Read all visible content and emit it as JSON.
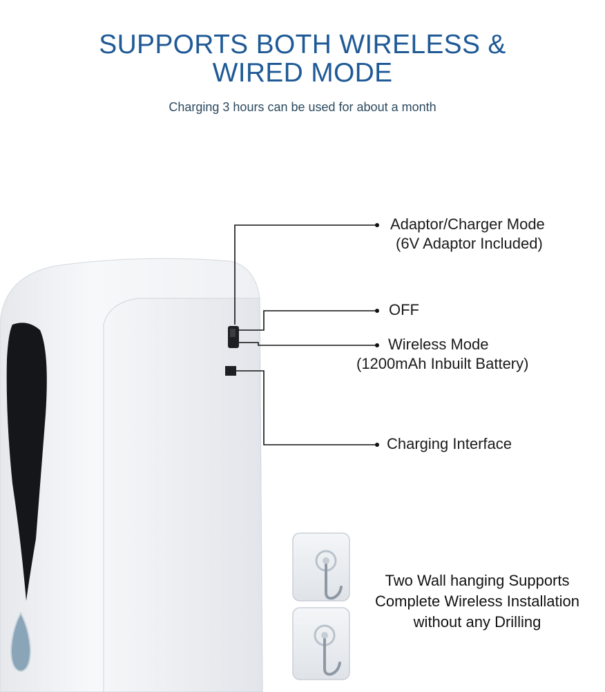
{
  "header": {
    "title_line1": "SUPPORTS BOTH WIRELESS &",
    "title_line2": "WIRED MODE",
    "subtitle": "Charging 3 hours can be used for about a month"
  },
  "callouts": [
    {
      "label": "Adaptor/Charger Mode",
      "sublabel": "(6V Adaptor Included)"
    },
    {
      "label": "OFF",
      "sublabel": ""
    },
    {
      "label": "Wireless Mode",
      "sublabel": "(1200mAh Inbuilt Battery)"
    },
    {
      "label": "Charging Interface",
      "sublabel": ""
    }
  ],
  "hooks_caption": {
    "line1": "Two Wall hanging Supports",
    "line2": "Complete Wireless Installation",
    "line3": "without any Drilling"
  },
  "colors": {
    "title": "#1f5a96",
    "subtitle": "#2c4a5e",
    "line": "#111111"
  }
}
